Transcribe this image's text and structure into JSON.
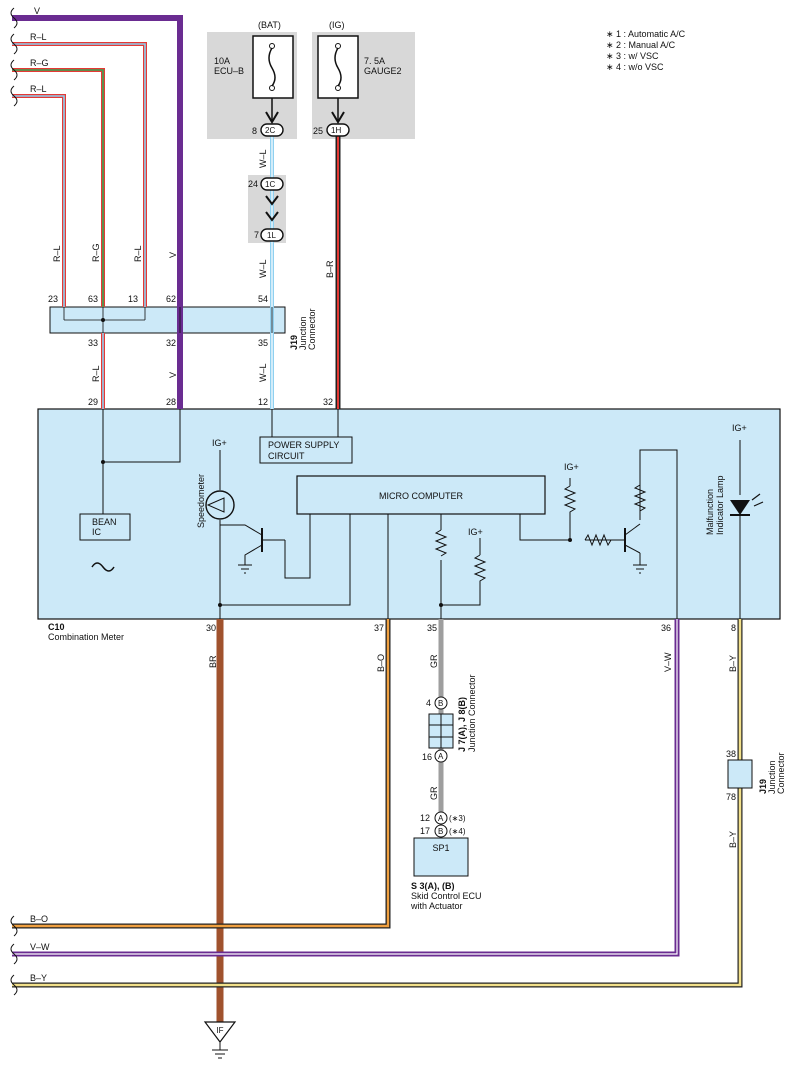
{
  "notes": [
    "∗ 1 : Automatic A/C",
    "∗ 2 : Manual A/C",
    "∗ 3 : w/ VSC",
    "∗ 4 : w/o VSC"
  ],
  "fuses": {
    "bat": {
      "source": "(BAT)",
      "rating": "10A",
      "name": "ECU–B",
      "pin": "8",
      "conn": "2C"
    },
    "ig": {
      "source": "(IG)",
      "rating": "7. 5A",
      "name": "GAUGE2",
      "pin": "25",
      "conn": "1H"
    }
  },
  "jb": {
    "top_pin": "24",
    "top_conn": "1C",
    "bottom_pin": "7",
    "bottom_conn": "1L"
  },
  "left_wires": [
    {
      "label": "V"
    },
    {
      "label": "R–L"
    },
    {
      "label": "R–G"
    },
    {
      "label": "R–L"
    }
  ],
  "upper_wire_labels": [
    "R–L",
    "R–G",
    "R–L",
    "V",
    "W–L",
    "W–L",
    "B–R"
  ],
  "j19_top": {
    "code": "J19",
    "desc": "Junction Connector",
    "pins_top": [
      "23",
      "63",
      "13",
      "62",
      "54"
    ],
    "pins_bottom": [
      "33",
      "32",
      "35"
    ]
  },
  "mid_wire_labels": [
    "R–L",
    "V",
    "W–L"
  ],
  "meter": {
    "code": "C10",
    "name": "Combination Meter",
    "pins_top": [
      "29",
      "28",
      "12",
      "32"
    ],
    "pins_bottom": [
      "30",
      "37",
      "35",
      "36",
      "8"
    ],
    "power_supply": "POWER SUPPLY CIRCUIT",
    "micro": "MICRO COMPUTER",
    "bean": "BEAN IC",
    "speedometer": "Speedometer",
    "mil": "Malfunction Indicator Lamp",
    "ig": "IG+"
  },
  "lower_wire_labels": [
    "BR",
    "B–O",
    "GR",
    "GR",
    "V–W",
    "B–Y",
    "B–Y"
  ],
  "j7": {
    "code": "J 7(A), J 8(B)",
    "desc": "Junction Connector",
    "pin_b": "4",
    "conn_b": "B",
    "pin_a": "16",
    "conn_a": "A"
  },
  "j19_low": {
    "code": "J19",
    "desc": "Junction Connector",
    "pin_top": "38",
    "pin_bottom": "78"
  },
  "skid": {
    "box": "SP1",
    "code": "S 3(A), (B)",
    "desc1": "Skid Control ECU",
    "desc2": "with Actuator",
    "pin_a": "12",
    "conn_a": "A",
    "note_a": "(∗3)",
    "pin_b": "17",
    "conn_b": "B",
    "note_b": "(∗4)"
  },
  "bottom_wires": [
    {
      "label": "B–O"
    },
    {
      "label": "V–W"
    },
    {
      "label": "B–Y"
    }
  ],
  "ground": "IF",
  "colors": {
    "violet": "#6a2c91",
    "brown": "#a0522d",
    "red": "#e53935",
    "light_blue": "#8fd0f0",
    "green": "#3aa655",
    "gray": "#9e9e9e",
    "yellow": "#f2e08a",
    "orange": "#f0a040",
    "box_fill": "#cce9f8",
    "shade": "#d8d8d8"
  }
}
